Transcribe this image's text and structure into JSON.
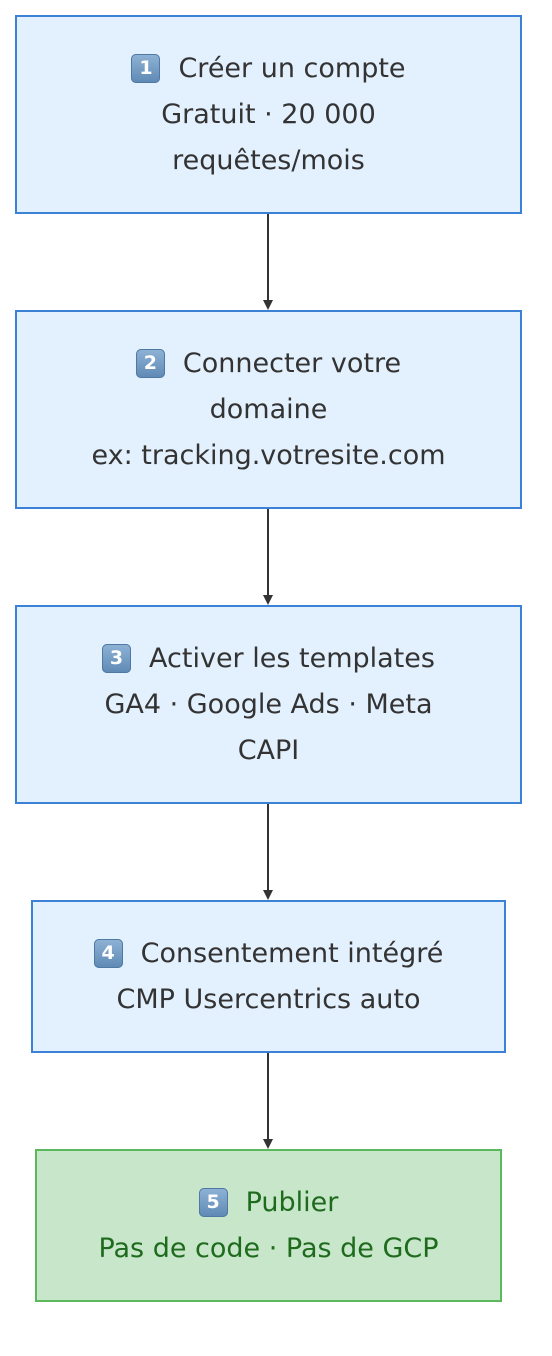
{
  "steps": [
    {
      "number": "1",
      "title": "Créer un compte",
      "lines": [
        "Gratuit · 20 000",
        "requêtes/mois"
      ]
    },
    {
      "number": "2",
      "title": "Connecter votre",
      "lines": [
        "domaine",
        "ex: tracking.votresite.com"
      ]
    },
    {
      "number": "3",
      "title": "Activer les templates",
      "lines": [
        "GA4 · Google Ads · Meta",
        "CAPI"
      ]
    },
    {
      "number": "4",
      "title": "Consentement intégré",
      "lines": [
        "CMP Usercentrics auto"
      ]
    },
    {
      "number": "5",
      "title": "Publier",
      "lines": [
        "Pas de code · Pas de GCP"
      ]
    }
  ],
  "colors": {
    "step_fill": "#e3f0fd",
    "step_border": "#3b82d6",
    "final_fill": "#c8e6c9",
    "final_border": "#5cb85c",
    "final_text": "#1e6b1e",
    "arrow": "#333333"
  },
  "icons": {
    "step_badge": "keycap-number-icon"
  }
}
